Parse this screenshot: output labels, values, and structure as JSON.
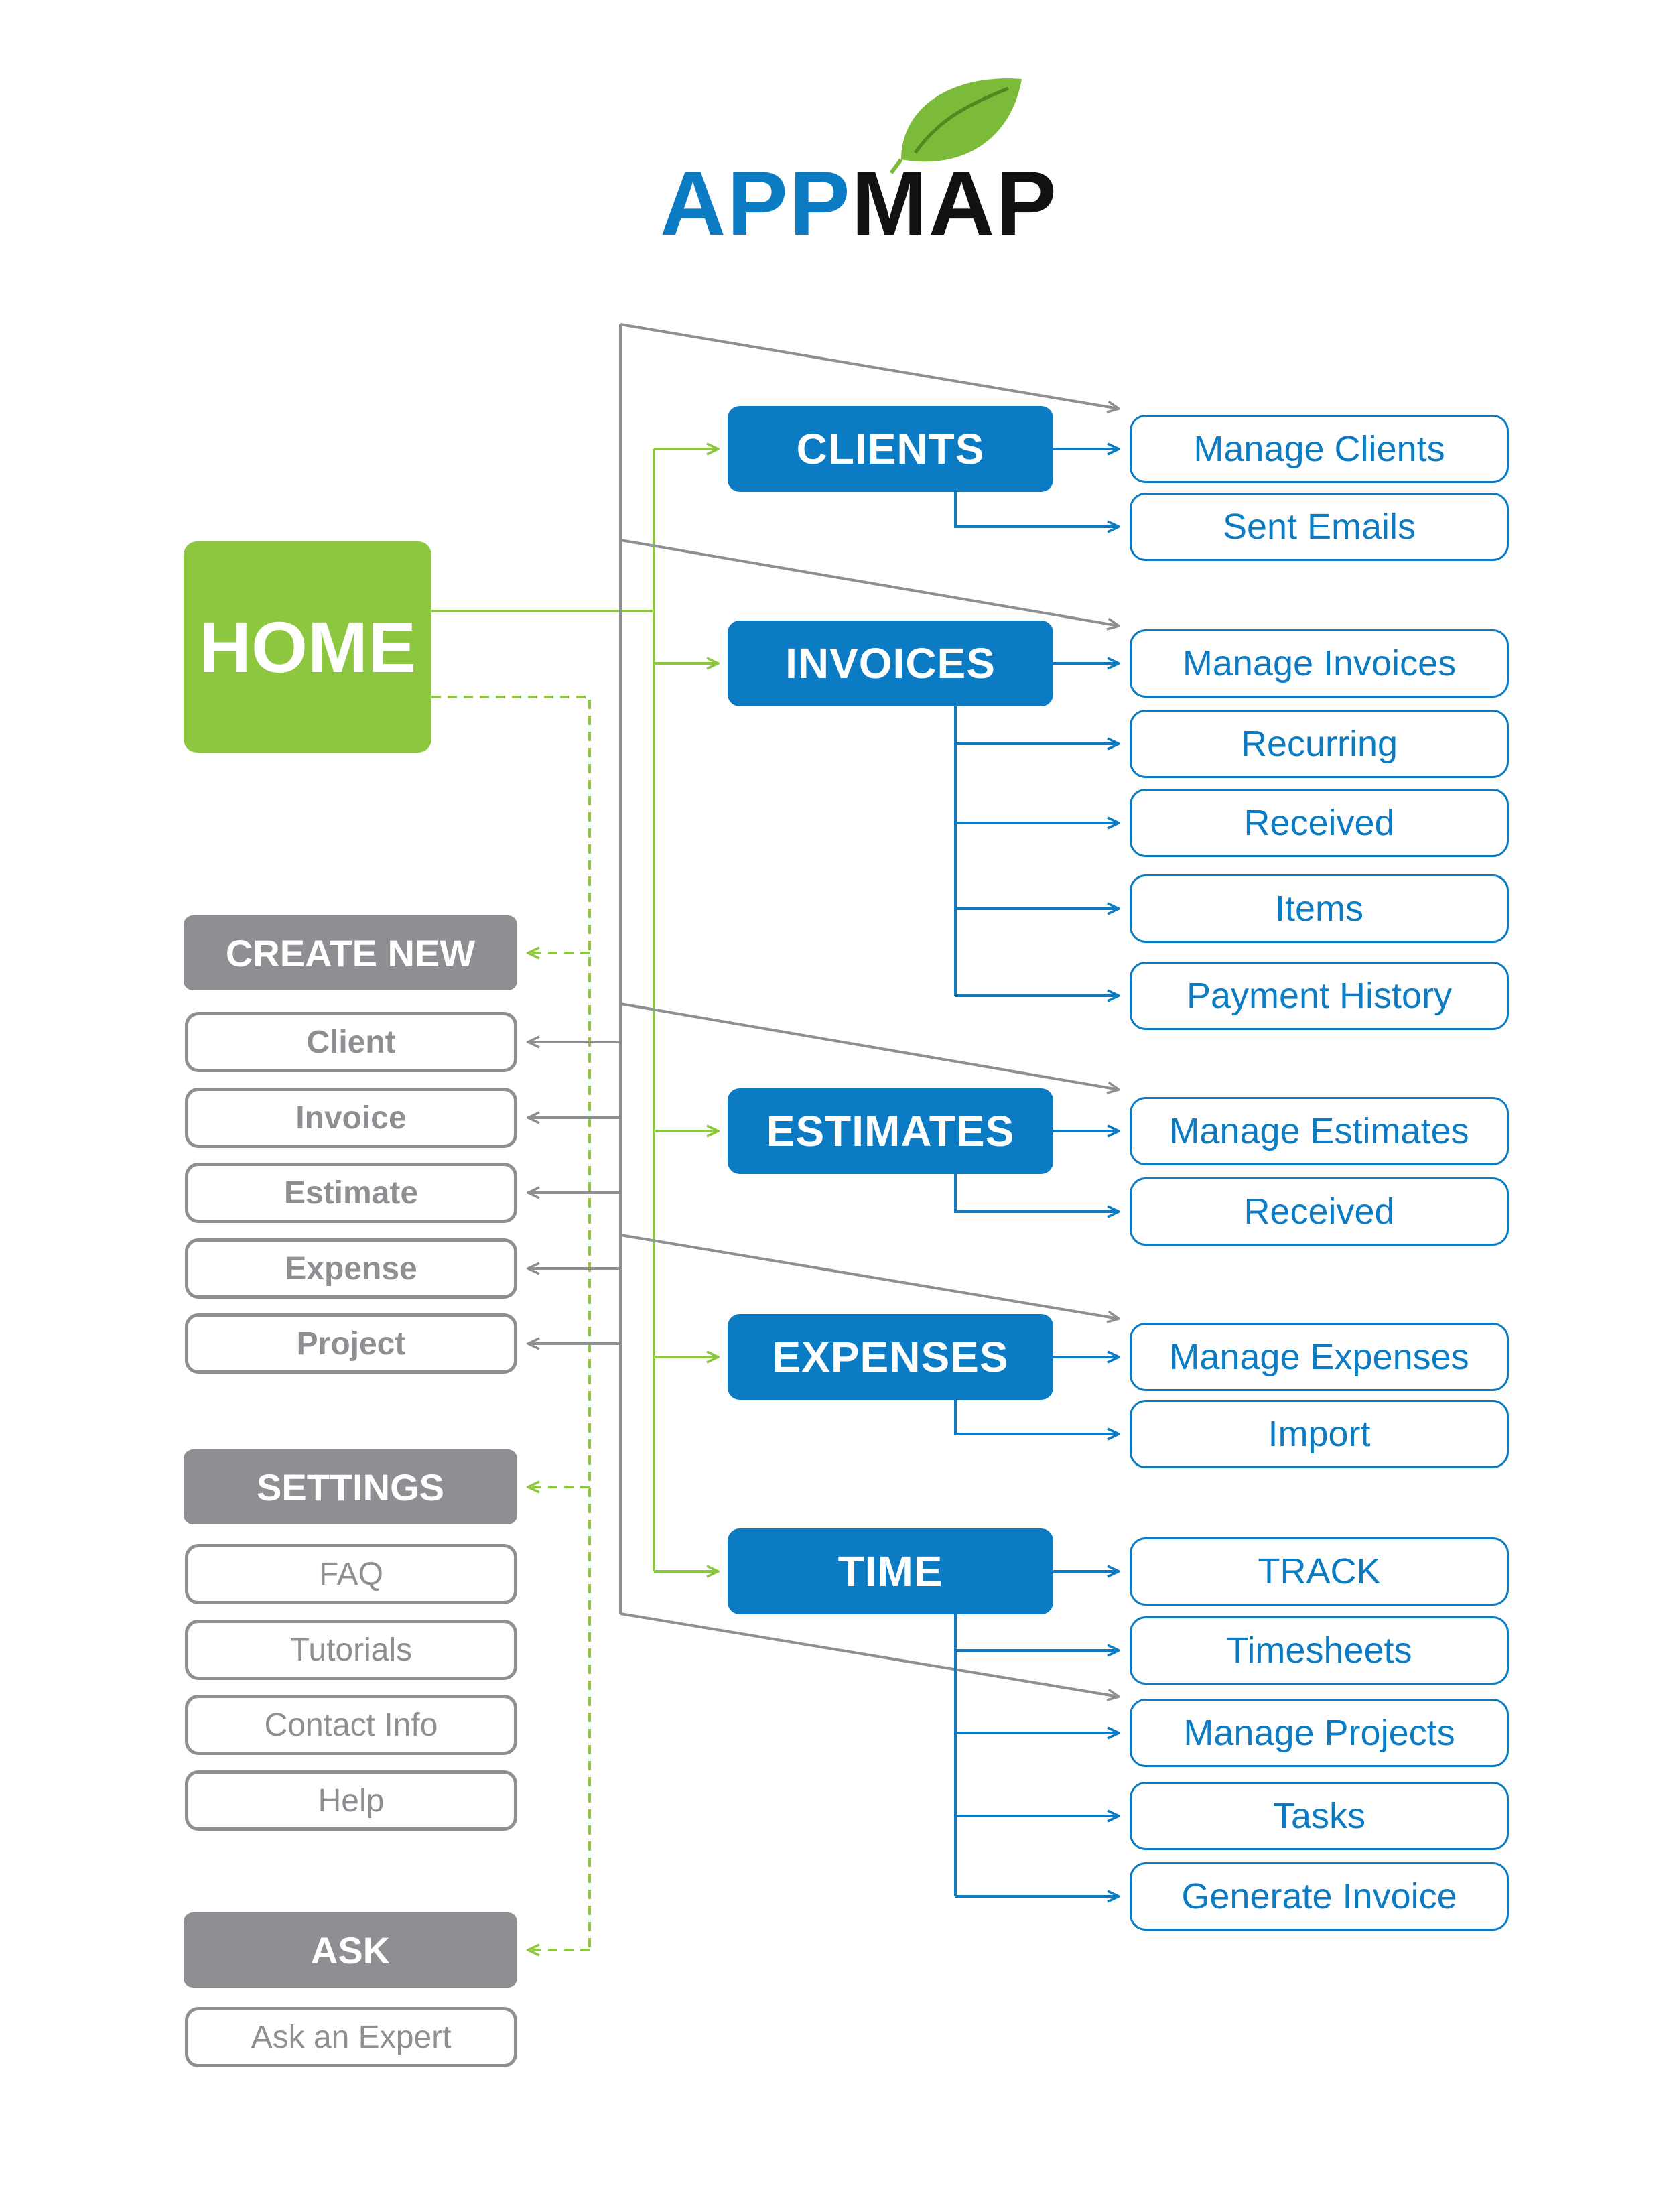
{
  "logo": {
    "part1": "APP",
    "part2": "MAP",
    "leaf_icon": "leaf-icon"
  },
  "colors": {
    "green": "#8dc63f",
    "blue": "#0b7cc4",
    "gray": "#8e8f93",
    "dark": "#111111"
  },
  "home": {
    "label": "HOME"
  },
  "sections": [
    {
      "key": "clients",
      "label": "CLIENTS",
      "items": [
        "Manage Clients",
        "Sent Emails"
      ]
    },
    {
      "key": "invoices",
      "label": "INVOICES",
      "items": [
        "Manage Invoices",
        "Recurring",
        "Received",
        "Items",
        "Payment History"
      ]
    },
    {
      "key": "estimates",
      "label": "ESTIMATES",
      "items": [
        "Manage Estimates",
        "Received"
      ]
    },
    {
      "key": "expenses",
      "label": "EXPENSES",
      "items": [
        "Manage Expenses",
        "Import"
      ]
    },
    {
      "key": "time",
      "label": "TIME",
      "items": [
        "TRACK",
        "Timesheets",
        "Manage Projects",
        "Tasks",
        "Generate Invoice"
      ]
    }
  ],
  "side_groups": [
    {
      "key": "create-new",
      "label": "CREATE NEW",
      "items": [
        "Client",
        "Invoice",
        "Estimate",
        "Expense",
        "Project"
      ]
    },
    {
      "key": "settings",
      "label": "SETTINGS",
      "items": [
        "FAQ",
        "Tutorials",
        "Contact Info",
        "Help"
      ]
    },
    {
      "key": "ask",
      "label": "ASK",
      "items": [
        "Ask an Expert"
      ]
    }
  ]
}
